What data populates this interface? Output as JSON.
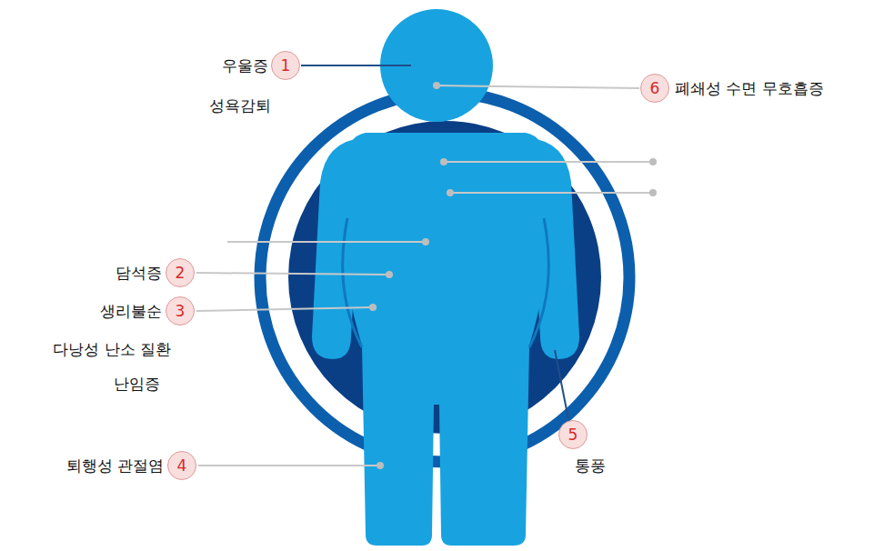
{
  "diagram": {
    "labels": [
      "우울증",
      "1",
      "성욕감퇴",
      "6",
      "폐쇄성 수면 무호흡증",
      "담석증",
      "2",
      "생리불순",
      "3",
      "다낭성 난소 질환",
      "난임증",
      "퇴행성 관절염",
      "4",
      "5",
      "통풍"
    ]
  }
}
